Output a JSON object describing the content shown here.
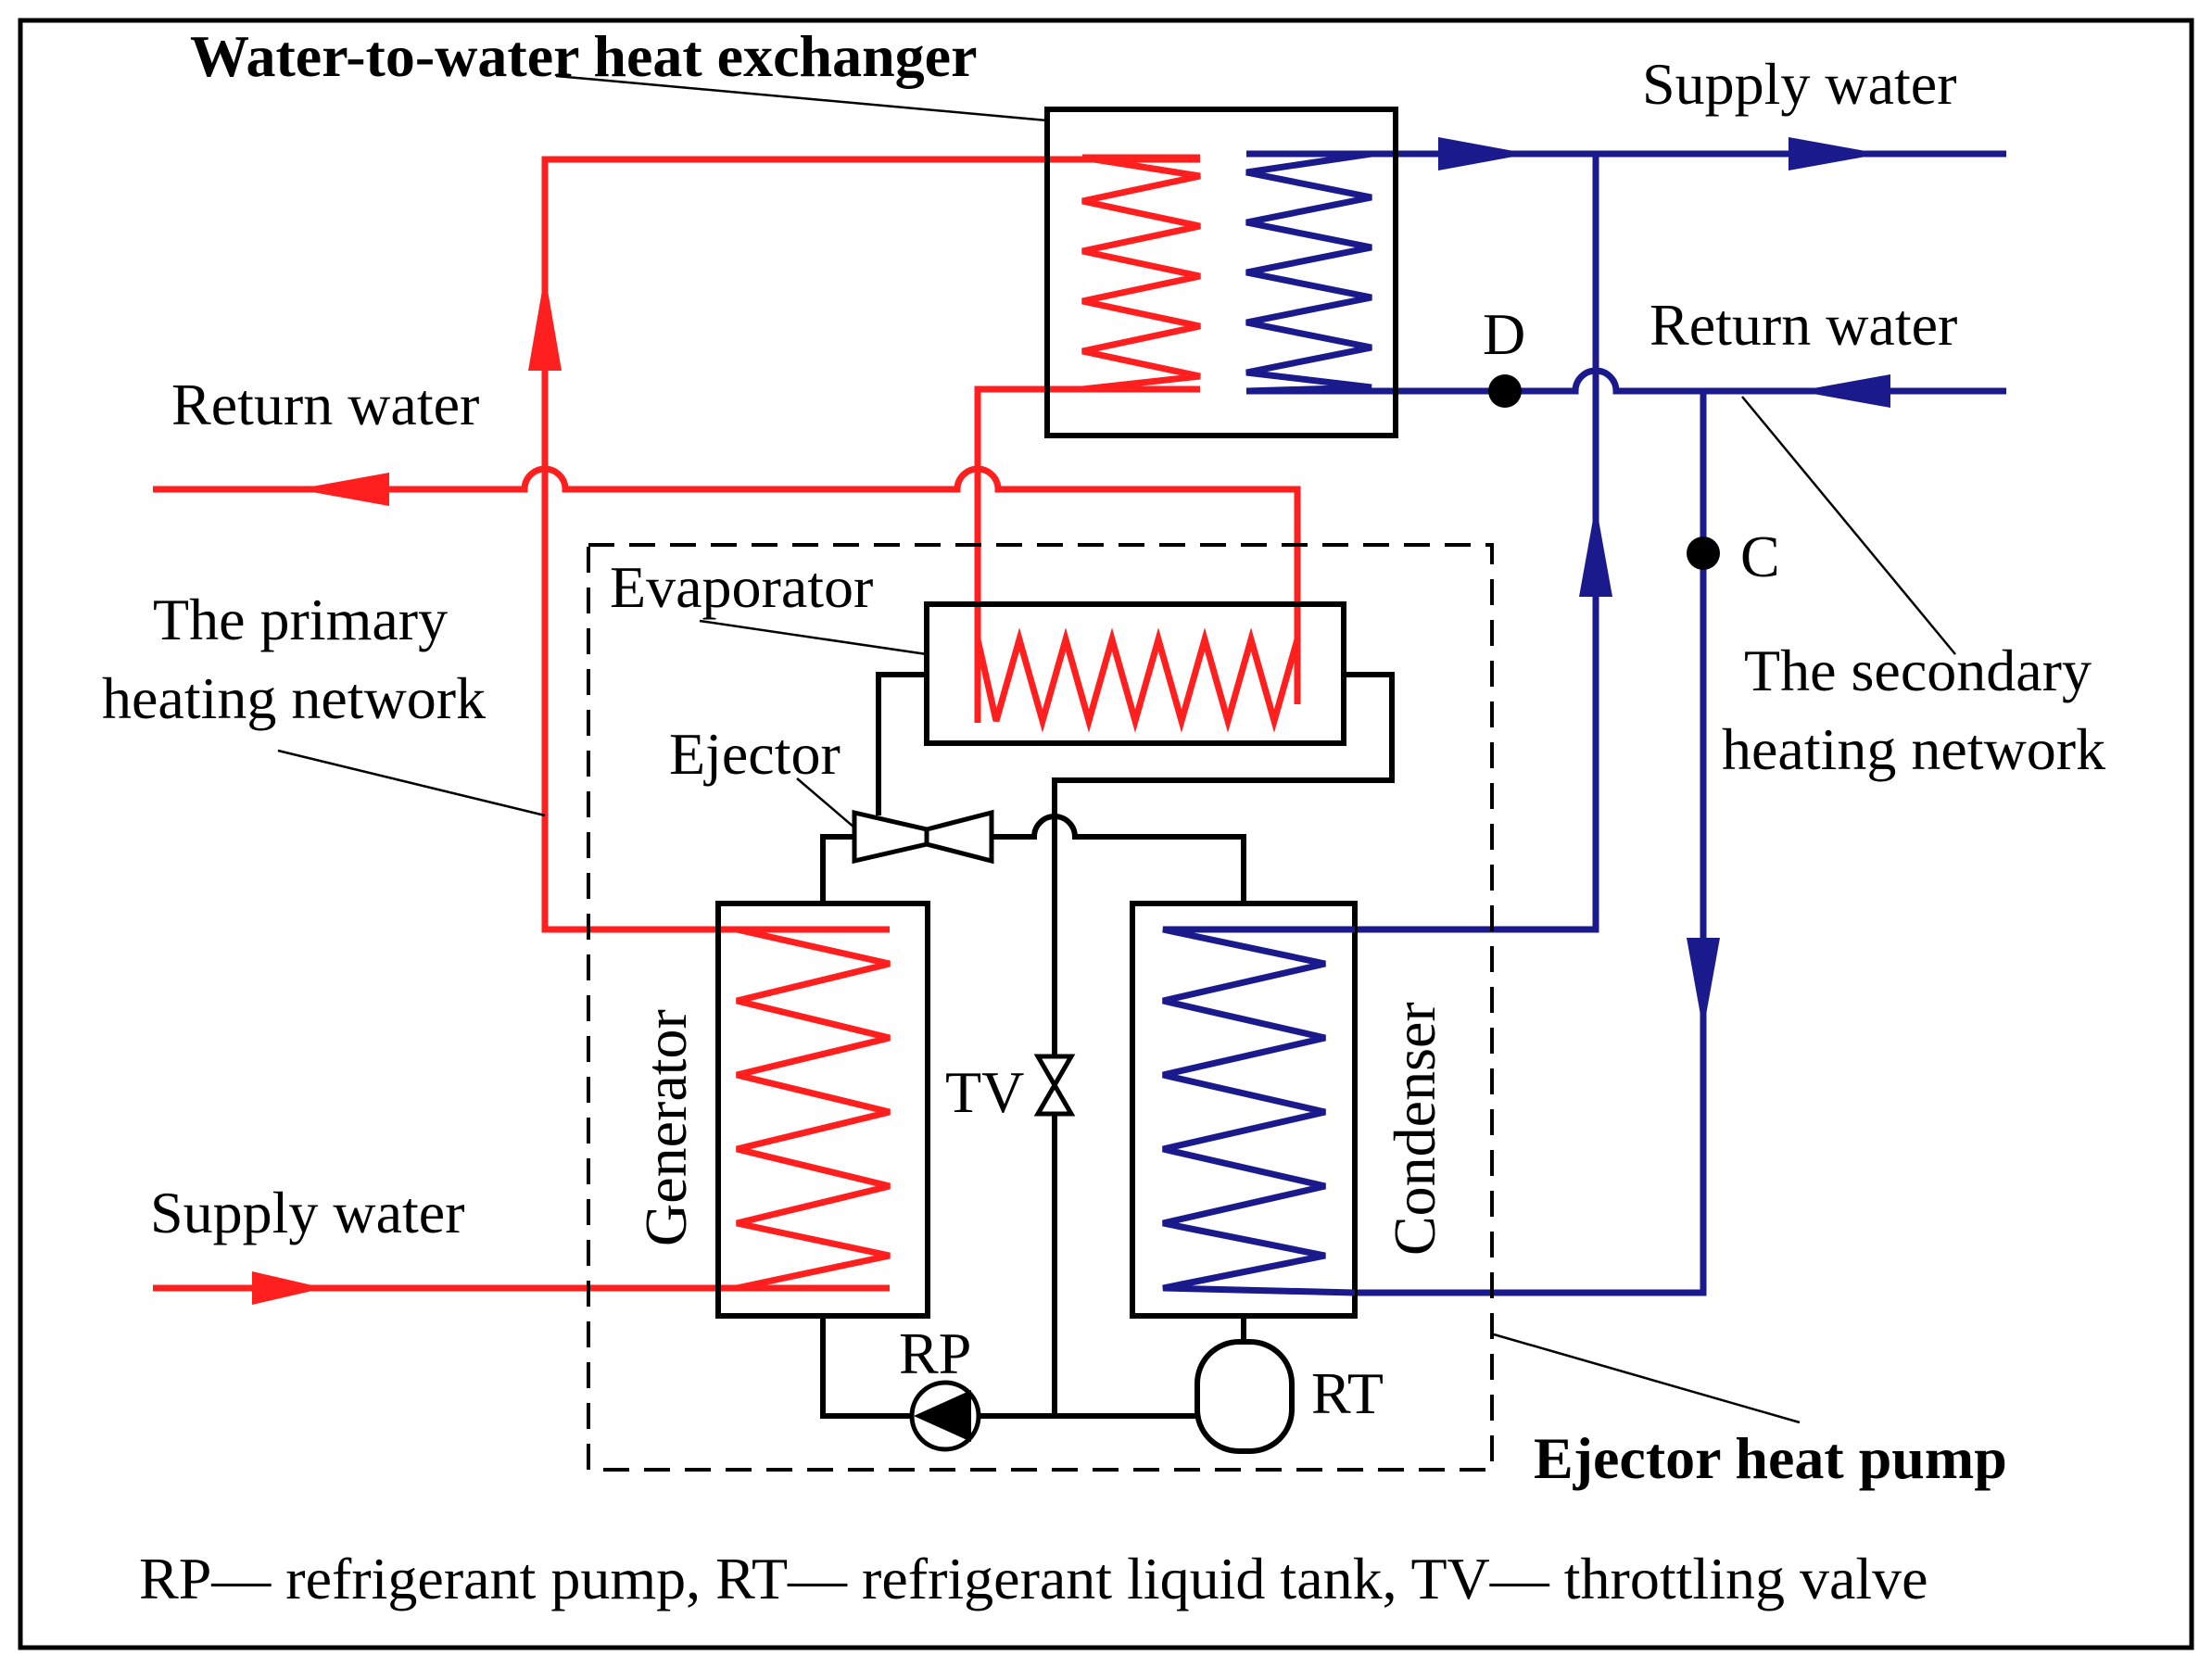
{
  "labels": {
    "heat_exchanger": "Water-to-water heat exchanger",
    "supply_water_secondary": "Supply water",
    "return_water_secondary": "Return water",
    "return_water_primary": "Return water",
    "supply_water_primary": "Supply water",
    "point_d": "D",
    "point_c": "C",
    "evaporator": "Evaporator",
    "ejector": "Ejector",
    "primary_network_line1": "The primary",
    "primary_network_line2": "heating network",
    "secondary_network_line1": "The secondary",
    "secondary_network_line2": "heating network",
    "generator": "Generator",
    "condenser": "Condenser",
    "tv": "TV",
    "rp": "RP",
    "rt": "RT",
    "ejector_heat_pump": "Ejector heat pump",
    "legend": "RP— refrigerant pump, RT— refrigerant liquid tank, TV— throttling valve"
  },
  "colors": {
    "primary_network": "#ff1f1f",
    "secondary_network": "#1a1a8c",
    "refrigerant": "#000000"
  }
}
